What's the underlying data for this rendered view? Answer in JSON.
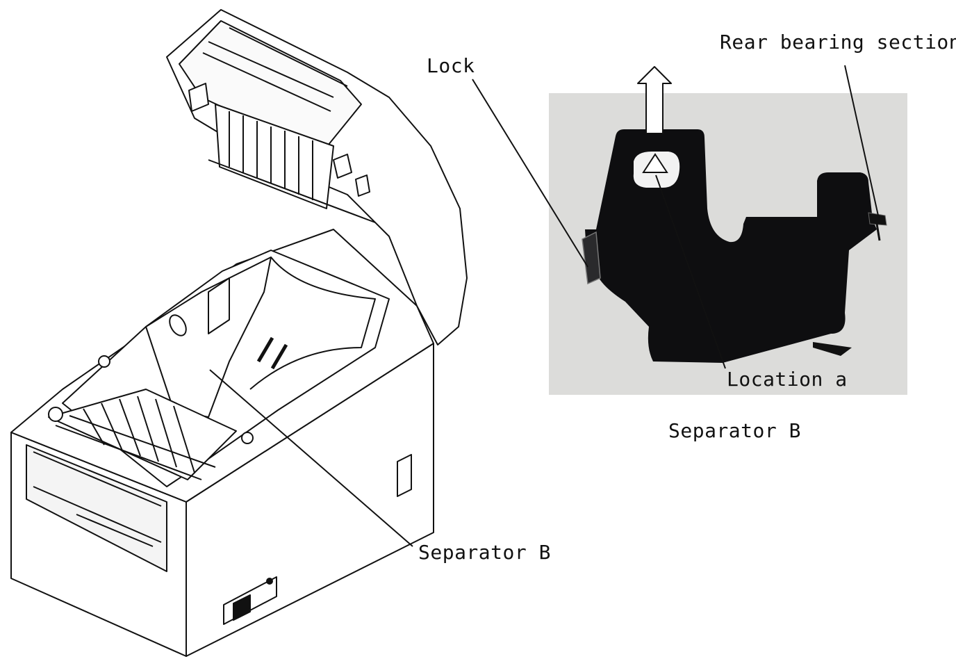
{
  "labels": {
    "rear_bearing_section": "Rear bearing section",
    "lock": "Lock",
    "location_a": "Location a",
    "photo_caption": "Separator B",
    "printer_separator": "Separator B"
  },
  "colors": {
    "line": "#111111",
    "photo_background": "#dcdcda",
    "part": "#0e0e10"
  }
}
